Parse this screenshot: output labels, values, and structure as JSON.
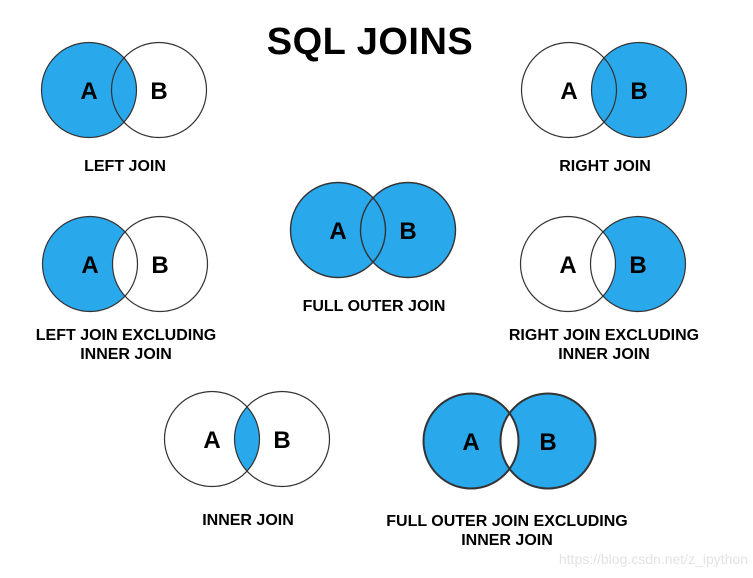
{
  "title": "SQL JOINS",
  "watermark": "https://blog.csdn.net/z_ipython",
  "colors": {
    "shade": "#29A8EC",
    "outline": "#333333",
    "background": "#FFFFFF",
    "label": "#000000",
    "watermark": "#E3E3E3"
  },
  "chart_data": {
    "type": "venn-diagram-set",
    "title": "SQL JOINS",
    "diagram_count": 7
  },
  "diagrams": [
    {
      "name": "left-join",
      "label_lines": [
        "LEFT JOIN"
      ],
      "circle_a": "A",
      "circle_b": "B",
      "shaded": {
        "a": true,
        "intersection": true,
        "b": false
      }
    },
    {
      "name": "right-join",
      "label_lines": [
        "RIGHT JOIN"
      ],
      "circle_a": "A",
      "circle_b": "B",
      "shaded": {
        "a": false,
        "intersection": true,
        "b": true
      }
    },
    {
      "name": "left-join-excluding-inner-join",
      "label_lines": [
        "LEFT JOIN EXCLUDING",
        "INNER JOIN"
      ],
      "circle_a": "A",
      "circle_b": "B",
      "shaded": {
        "a": true,
        "intersection": false,
        "b": false
      }
    },
    {
      "name": "full-outer-join",
      "label_lines": [
        "FULL OUTER JOIN"
      ],
      "circle_a": "A",
      "circle_b": "B",
      "shaded": {
        "a": true,
        "intersection": true,
        "b": true
      }
    },
    {
      "name": "right-join-excluding-inner-join",
      "label_lines": [
        "RIGHT JOIN EXCLUDING",
        "INNER JOIN"
      ],
      "circle_a": "A",
      "circle_b": "B",
      "shaded": {
        "a": false,
        "intersection": false,
        "b": true
      }
    },
    {
      "name": "inner-join",
      "label_lines": [
        "INNER JOIN"
      ],
      "circle_a": "A",
      "circle_b": "B",
      "shaded": {
        "a": false,
        "intersection": true,
        "b": false
      }
    },
    {
      "name": "full-outer-join-excluding-inner-join",
      "label_lines": [
        "FULL OUTER JOIN EXCLUDING",
        "INNER JOIN"
      ],
      "circle_a": "A",
      "circle_b": "B",
      "shaded": {
        "a": true,
        "intersection": false,
        "b": true
      }
    }
  ]
}
